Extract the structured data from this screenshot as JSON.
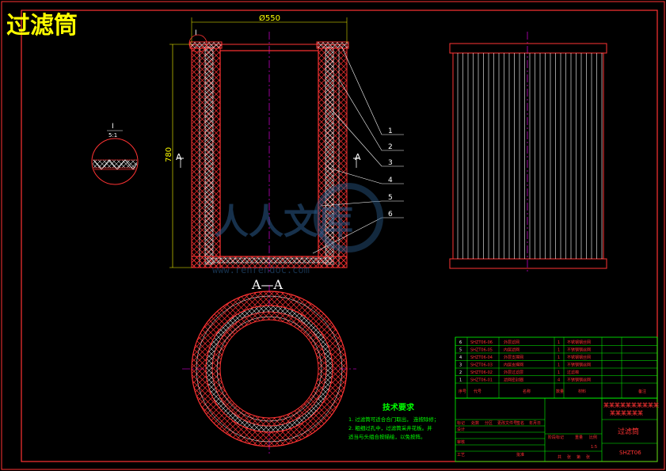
{
  "drawing": {
    "title": "过滤筒",
    "diameter_dim": "Ø550",
    "height_dim": "780",
    "detail_marker": "I",
    "detail_view_label": "I",
    "detail_view_scale": "5:1",
    "section_marker_left": "A",
    "section_marker_right": "A",
    "section_title": "A—A",
    "leader_numbers": [
      "1",
      "2",
      "3",
      "4",
      "5",
      "6"
    ]
  },
  "watermark": {
    "text": "人人文库",
    "url": "www.renrendoc.com"
  },
  "tech_requirements": {
    "title": "技术要求",
    "lines": [
      "1. 过滤筒可适合合门取出，  连按除修；",
      "2. 粗细过孔中，过滤筒采井花板。并",
      "   适当与头组合按描绘，以免按阵。"
    ]
  },
  "parts_list": [
    {
      "no": "6",
      "code": "SHZT06-06",
      "name": "外层滤网",
      "qty": "1",
      "material": "不锈钢钢丝网"
    },
    {
      "no": "5",
      "code": "SHZT06-05",
      "name": "内层滤网",
      "qty": "1",
      "material": "不锈钢钢丝网"
    },
    {
      "no": "4",
      "code": "SHZT06-04",
      "name": "外层支撑网",
      "qty": "1",
      "material": "不锈钢钢丝网"
    },
    {
      "no": "3",
      "code": "SHZT06-03",
      "name": "内层支撑网",
      "qty": "1",
      "material": "不锈钢钢丝网"
    },
    {
      "no": "2",
      "code": "SHZT06-02",
      "name": "外层过滤层",
      "qty": "1",
      "material": "过滤棉"
    },
    {
      "no": "1",
      "code": "SHZT06-01",
      "name": "滤网密封圈",
      "qty": "4",
      "material": "不锈钢钢丝网"
    }
  ],
  "parts_header": {
    "no": "序号",
    "code": "代号",
    "name": "名称",
    "qty": "数量",
    "material": "材料",
    "note": "备注"
  },
  "title_block": {
    "company_line1": "某某某某某某某某某某",
    "company_line2": "某某某某某某",
    "part_name": "过滤筒",
    "drawing_no": "SHZT06",
    "scale": "1:5",
    "sign_labels": [
      "标记",
      "处数",
      "分区",
      "更改文件号",
      "签名",
      "年月日"
    ],
    "role_labels": [
      "设计",
      "审核",
      "工艺",
      "批准"
    ],
    "stage_labels": [
      "阶段标记",
      "重量",
      "比例"
    ],
    "sheet_labels": [
      "共",
      "张",
      "第",
      "张"
    ]
  }
}
